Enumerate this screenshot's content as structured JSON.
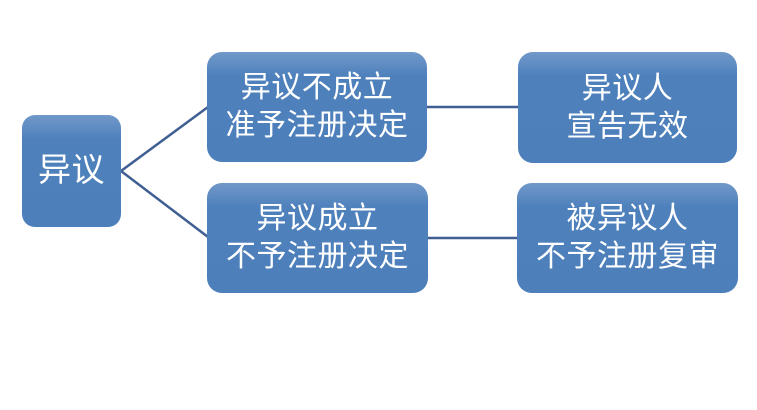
{
  "diagram": {
    "type": "flowchart",
    "language": "zh-CN",
    "colors": {
      "background": "#ffffff",
      "node_fill": "#4e80bc",
      "node_fill_highlight": "#7199c9",
      "node_text": "#ffffff",
      "connector": "#3f5e92"
    },
    "nodes": {
      "root": {
        "lines": [
          "异议"
        ]
      },
      "top_middle": {
        "lines": [
          "异议不成立",
          "准予注册决定"
        ]
      },
      "bottom_middle": {
        "lines": [
          "异议成立",
          "不予注册决定"
        ]
      },
      "top_right": {
        "lines": [
          "异议人",
          "宣告无效"
        ]
      },
      "bottom_right": {
        "lines": [
          "被异议人",
          "不予注册复审"
        ]
      }
    },
    "edges": [
      {
        "from": "root",
        "to": "top_middle"
      },
      {
        "from": "root",
        "to": "bottom_middle"
      },
      {
        "from": "top_middle",
        "to": "top_right"
      },
      {
        "from": "bottom_middle",
        "to": "bottom_right"
      }
    ]
  }
}
